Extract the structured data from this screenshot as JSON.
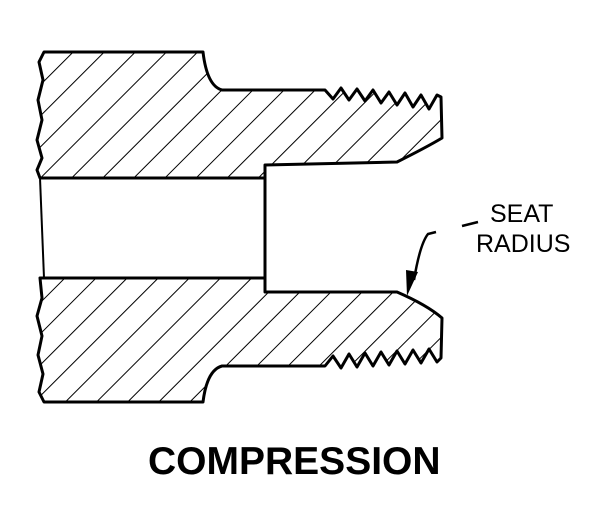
{
  "diagram": {
    "callout": {
      "line1": "SEAT",
      "line2": "RADIUS"
    },
    "caption": "COMPRESSION"
  },
  "colors": {
    "ink": "#000000",
    "paper": "#ffffff"
  }
}
